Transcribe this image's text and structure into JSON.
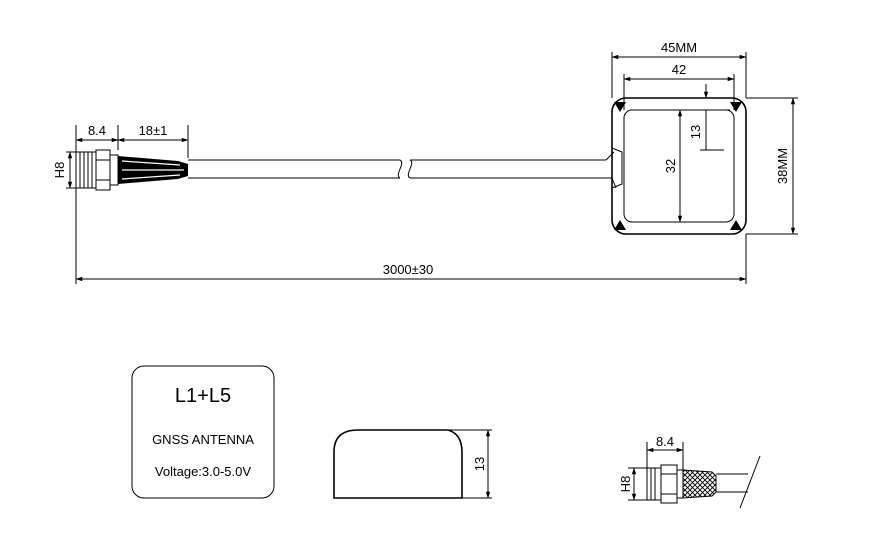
{
  "dimensions": {
    "connector_length": "8.4",
    "ferrule_length": "18±1",
    "connector_height": "H8",
    "total_cable_length": "3000±30",
    "housing_width": "45MM",
    "patch_width": "42",
    "patch_offset": "13",
    "patch_height": "32",
    "housing_height": "38MM",
    "side_thickness": "13",
    "detail_connector_length": "8.4",
    "detail_connector_height": "H8"
  },
  "label": {
    "band": "L1+L5",
    "product": "GNSS ANTENNA",
    "voltage": "Voltage:3.0-5.0V"
  }
}
